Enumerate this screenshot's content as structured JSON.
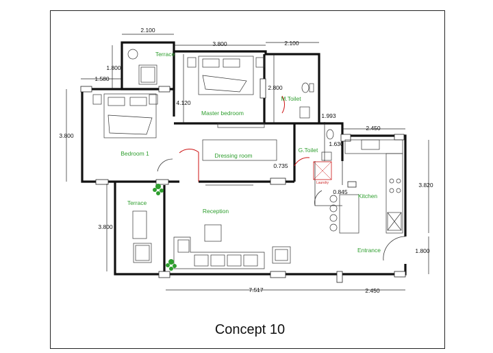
{
  "title": "Concept 10",
  "rooms": {
    "terrace_top": "Terrace",
    "master_bedroom": "Master bedroom",
    "m_toilet": "M.Toilet",
    "bedroom1": "Bedroom  1",
    "dressing_room": "Dressing room",
    "g_toilet": "G.Toilet",
    "laundry": "Laundry",
    "terrace_left": "Terrace",
    "reception": "Reception",
    "kitchen": "Kitchen",
    "entrance": "Entrance"
  },
  "dimensions": {
    "top_terrace_width": "2.100",
    "master_width": "3.800",
    "toilet_width": "2.100",
    "terrace_height": "1.800",
    "terrace_offset": "1.580",
    "bedroom_height": "3.800",
    "master_height": "4.120",
    "m_toilet_height": "2.800",
    "g_toilet_width": "1.993",
    "g_toilet_height": "1.630",
    "kitchen_width": "2.450",
    "kitchen_height": "3.820",
    "corridor_width": "0.735",
    "laundry_width": "0.845",
    "terrace_left_height": "3.800",
    "entrance_height": "1.800",
    "bottom_main": "7.517",
    "bottom_right": "2.450"
  }
}
